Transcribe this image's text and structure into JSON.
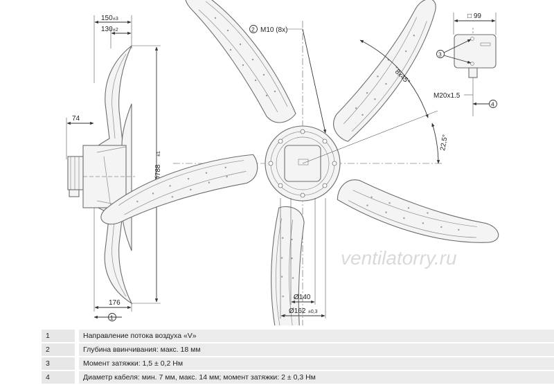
{
  "dimensions": {
    "width_top": "150",
    "width_top_tol": "±3",
    "width_second": "130",
    "width_second_tol": "±2",
    "motor_offset": "74",
    "diameter": "Ø788",
    "diameter_tol": "±1",
    "depth_bottom": "176",
    "hole_count_label": "M10 (8x)",
    "angle_holes": "8x45°",
    "angle_offset": "22,5°",
    "hub_inner": "Ø140",
    "hub_outer": "Ø162",
    "hub_outer_tol": "±0,3",
    "box_size": "□ 99",
    "cable_gland": "M20x1.5"
  },
  "callouts": {
    "c1": "1",
    "c2": "2",
    "c3": "3",
    "c4": "4"
  },
  "watermark": "ventilatorry.ru",
  "notes": [
    {
      "num": "1",
      "text": "Направление потока воздуха «V»"
    },
    {
      "num": "2",
      "text": "Глубина ввинчивания: макс. 18 мм"
    },
    {
      "num": "3",
      "text": "Момент затяжки: 1,5 ± 0,2 Нм"
    },
    {
      "num": "4",
      "text": "Диаметр кабеля: мин. 7 мм, макс. 14 мм; момент затяжки: 2 ± 0,3 Нм"
    }
  ]
}
